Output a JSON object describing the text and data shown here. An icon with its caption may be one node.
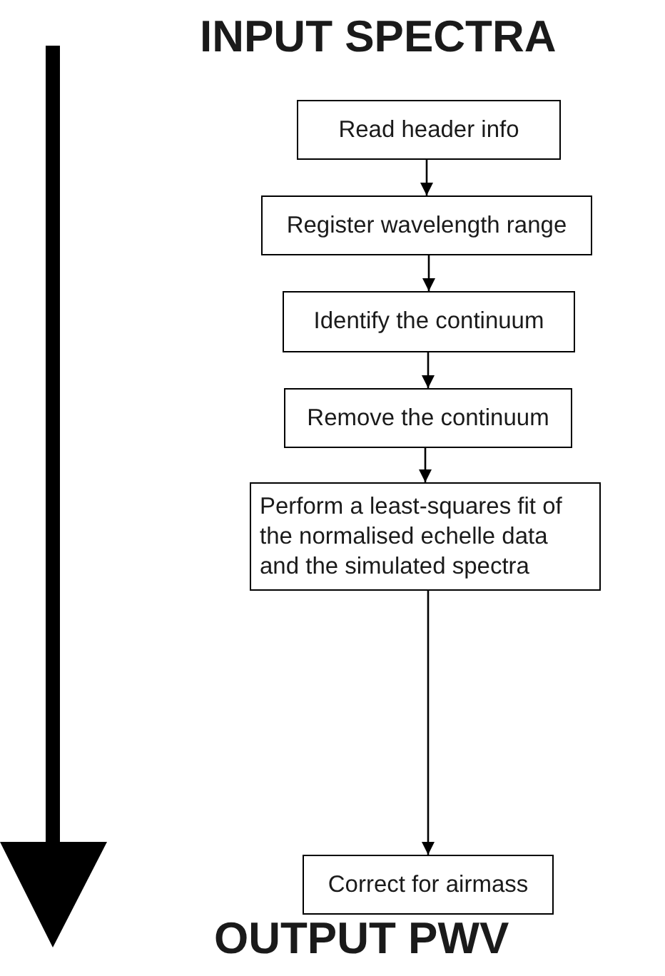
{
  "diagram": {
    "title": "INPUT SPECTRA",
    "nodes": [
      {
        "text": [
          "Read header info"
        ]
      },
      {
        "text": [
          "Register wavelength range"
        ]
      },
      {
        "text": [
          "Identify the continuum"
        ]
      },
      {
        "text": [
          "Remove the continuum"
        ]
      },
      {
        "text": [
          "Perform a least-squares fit of the normalised echelle data and the simulated spectra"
        ]
      },
      {
        "text": [
          "Correct for airmass"
        ]
      }
    ],
    "edges": [
      {
        "from": 0,
        "to": 1,
        "arrow": "to"
      },
      {
        "from": 1,
        "to": 2,
        "arrow": "to"
      },
      {
        "from": 2,
        "to": 3,
        "arrow": "to"
      },
      {
        "from": 3,
        "to": 4,
        "arrow": "to"
      },
      {
        "from": 4,
        "to": 5,
        "arrow": "to"
      }
    ],
    "labels": [
      "OUTPUT PWV"
    ]
  }
}
